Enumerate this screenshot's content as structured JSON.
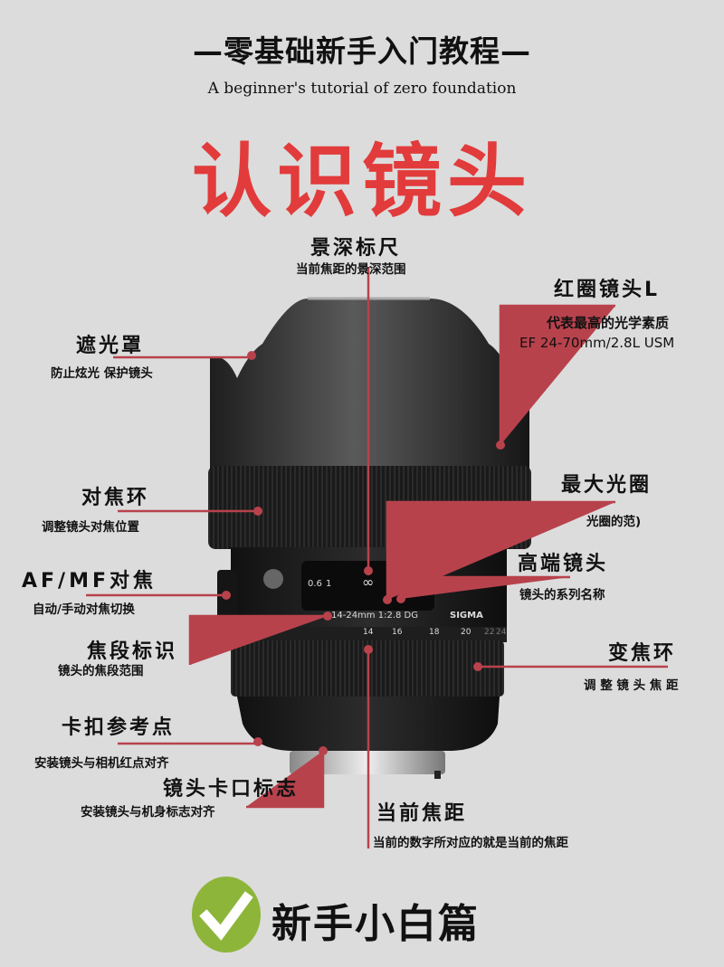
{
  "header": {
    "title": "—零基础新手入门教程—",
    "subtitle": "A beginner's tutorial of zero foundation",
    "main_title": "认识镜头"
  },
  "lens_markings": {
    "focal_range": "14-24mm 1:2.8 DG",
    "brand": "SIGMA",
    "zoom_scale": [
      "14",
      "16",
      "18",
      "20",
      "22",
      "24"
    ],
    "distance_scale": [
      "0.6",
      "1",
      "∞"
    ]
  },
  "annotations": {
    "dof_scale": {
      "label": "景深标尺",
      "desc": "当前焦距的景深范围"
    },
    "red_ring": {
      "label": "红圈镜头L",
      "desc": "代表最高的光学素质",
      "desc2": "EF 24-70mm/2.8L USM"
    },
    "hood": {
      "label": "遮光罩",
      "desc": "防止炫光 保护镜头"
    },
    "focus_ring": {
      "label": "对焦环",
      "desc": "调整镜头对焦位置"
    },
    "max_aperture": {
      "label": "最大光圈",
      "desc": "光圈的范)"
    },
    "high_end": {
      "label": "高端镜头",
      "desc": "镜头的系列名称"
    },
    "af_mf": {
      "label": "AF/MF对焦",
      "desc": "自动/手动对焦切换"
    },
    "focal_mark": {
      "label": "焦段标识",
      "desc": "镜头的焦段范围"
    },
    "zoom_ring": {
      "label": "变焦环",
      "desc": "调 整 镜 头 焦 距"
    },
    "mount_ref": {
      "label": "卡扣参考点",
      "desc": "安装镜头与相机红点对齐"
    },
    "mount_mark": {
      "label": "镜头卡口标志",
      "desc": "安装镜头与机身标志对齐"
    },
    "current_focal": {
      "label": "当前焦距",
      "desc": "当前的数字所对应的就是当前的焦距"
    }
  },
  "footer": {
    "label": "新手小白篇",
    "icon": "check-icon"
  },
  "colors": {
    "title_red": "#e23b3b",
    "leader_line": "#b8424c",
    "check_green": "#8db53a",
    "background": "#dcdcdc"
  }
}
